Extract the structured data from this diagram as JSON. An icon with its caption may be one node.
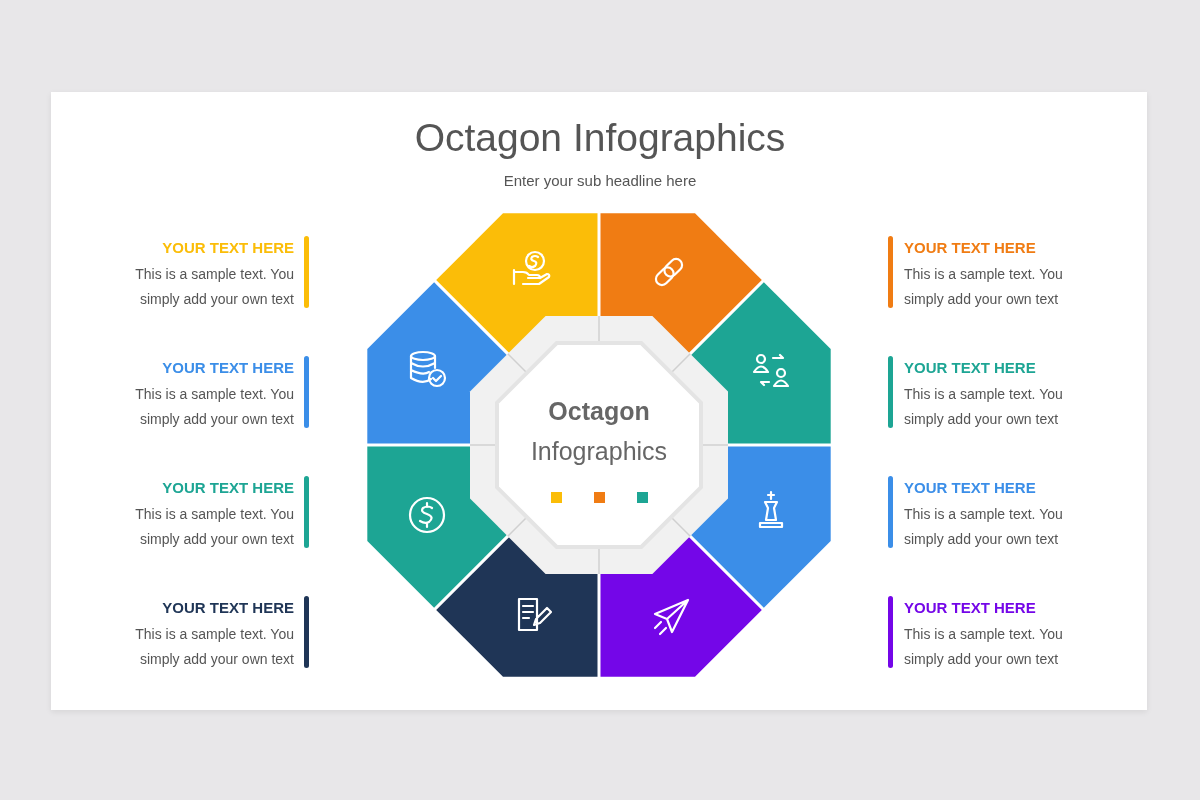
{
  "diagram": {
    "title": "Octagon Infographics",
    "nodes": [
      {
        "text": [
          "Octagon",
          "Infographics"
        ]
      },
      {
        "text": [
          "YOUR TEXT HERE",
          "This is a sample text. You simply add your own text"
        ]
      },
      {
        "text": [
          "YOUR TEXT HERE",
          "This is a sample text. You simply add your own text"
        ]
      },
      {
        "text": [
          "YOUR TEXT HERE",
          "This is a sample text. You simply add your own text"
        ]
      },
      {
        "text": [
          "YOUR TEXT HERE",
          "This is a sample text. You simply add your own text"
        ]
      },
      {
        "text": [
          "YOUR TEXT HERE",
          "This is a sample text. You simply add your own text"
        ]
      },
      {
        "text": [
          "YOUR TEXT HERE",
          "This is a sample text. You simply add your own text"
        ]
      },
      {
        "text": [
          "YOUR TEXT HERE",
          "This is a sample text. You simply add your own text"
        ]
      },
      {
        "text": [
          "YOUR TEXT HERE",
          "This is a sample text. You simply add your own text"
        ]
      }
    ],
    "labels": [
      "Enter your sub headline here"
    ]
  }
}
